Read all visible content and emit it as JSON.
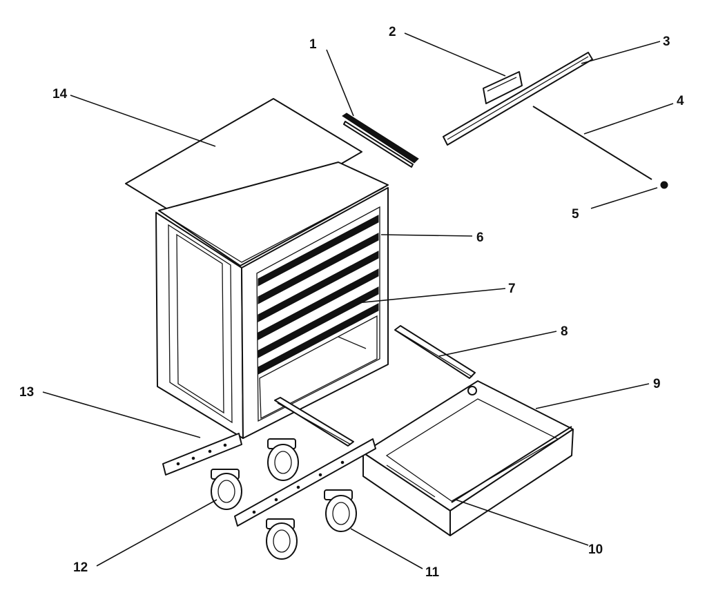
{
  "diagram": {
    "callouts": [
      {
        "id": "1",
        "label": "1"
      },
      {
        "id": "2",
        "label": "2"
      },
      {
        "id": "3",
        "label": "3"
      },
      {
        "id": "4",
        "label": "4"
      },
      {
        "id": "5",
        "label": "5"
      },
      {
        "id": "6",
        "label": "6"
      },
      {
        "id": "7",
        "label": "7"
      },
      {
        "id": "8",
        "label": "8"
      },
      {
        "id": "9",
        "label": "9"
      },
      {
        "id": "10",
        "label": "10"
      },
      {
        "id": "11",
        "label": "11"
      },
      {
        "id": "12",
        "label": "12"
      },
      {
        "id": "13",
        "label": "13"
      },
      {
        "id": "14",
        "label": "14"
      }
    ],
    "ink_color": "#111111",
    "paper_color": "#ffffff"
  }
}
